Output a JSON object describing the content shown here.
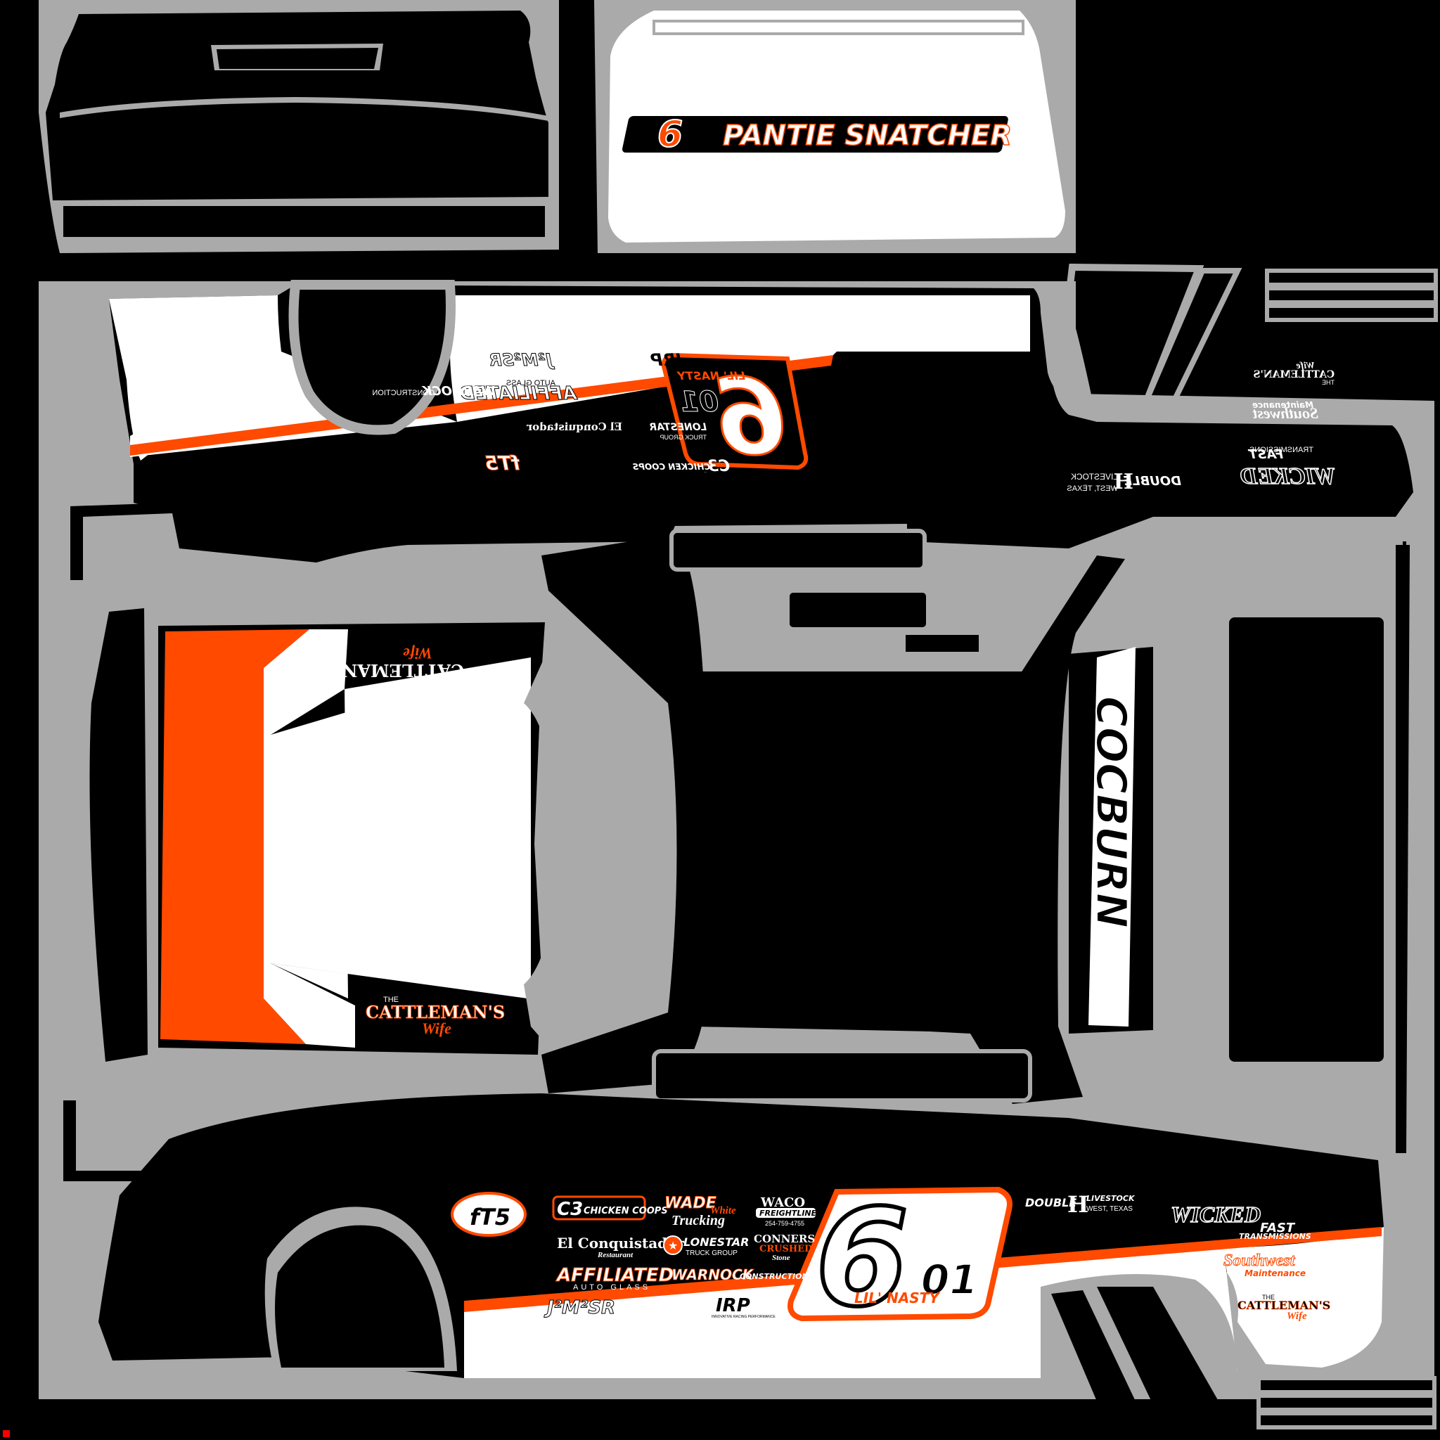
{
  "colors": {
    "background": "#000000",
    "template_gray": "#aaaaaa",
    "white": "#ffffff",
    "orange": "#ff4a00",
    "black": "#000000",
    "marker": "#ff0000"
  },
  "roof": {
    "brand": "PANTIE SNATCHER",
    "number": "6",
    "number_suffix": "01"
  },
  "car": {
    "number": "6",
    "number_suffix": "01",
    "nickname": "LIL' NASTY",
    "driver": "COCBURN"
  },
  "sponsors": {
    "c3": "C3",
    "c3_text": "CHICKEN COOPS",
    "wade_1": "WADE",
    "wade_2": "White",
    "wade_3": "Trucking",
    "waco": "WACO",
    "waco_sub": "FREIGHTLINER",
    "waco_phone": "254-759-4755",
    "el_conquistador": "El Conquistador",
    "el_conquistador_sub": "Restaurant",
    "lonestar": "LONESTAR",
    "lonestar_sub": "TRUCK GROUP",
    "conners_1": "CONNERS",
    "conners_2": "CRUSHED",
    "conners_3": "Stone",
    "affiliated": "AFFILIATED",
    "affiliated_sub": "AUTO GLASS",
    "warnock": "WARNOCK",
    "warnock_sub": "CONSTRUCTION",
    "j2m2sr": "J²M²SR",
    "irp": "IRP",
    "irp_sub": "INNOVATIVE RACING PERFORMANCE",
    "double_h": "DOUBLE",
    "double_h_letter": "H",
    "double_h_sub": "LIVESTOCK",
    "double_h_loc": "WEST, TEXAS",
    "wicked": "WICKED",
    "wicked_fast": "FAST",
    "wicked_sub": "TRANSMISSIONS",
    "southwest": "Southwest",
    "southwest_sub": "Maintenance",
    "cattleman_the": "THE",
    "cattleman": "CATTLEMAN'S",
    "cattleman_wife": "Wife",
    "ft5": "fT5"
  }
}
